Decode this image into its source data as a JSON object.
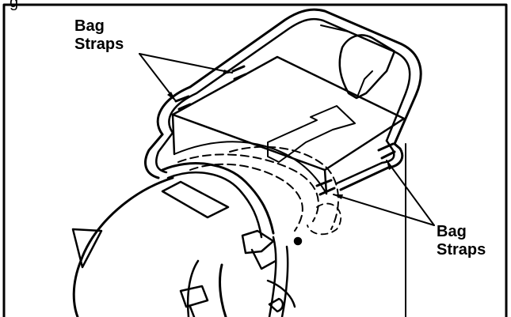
{
  "top_fragment": "g",
  "labels": {
    "top_left": "Bag\nStraps",
    "bottom_right": "Bag\nStraps"
  }
}
